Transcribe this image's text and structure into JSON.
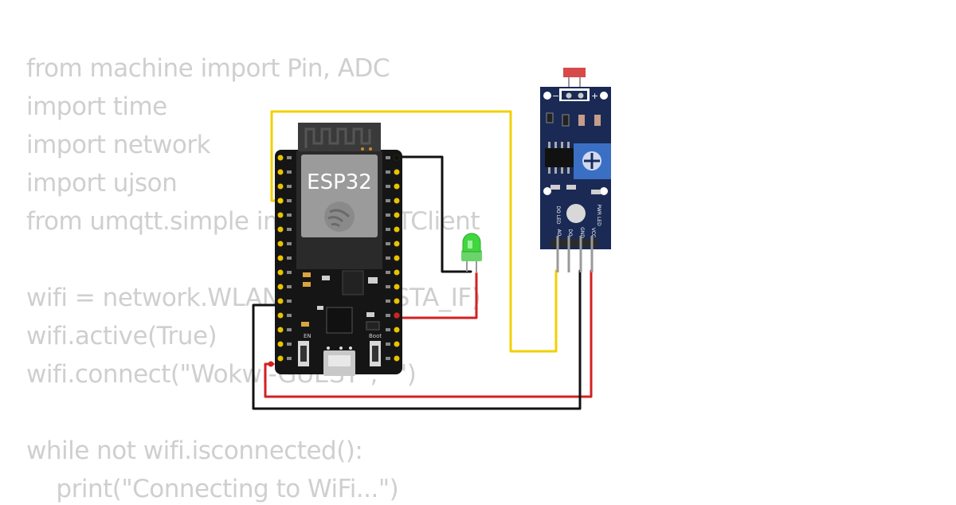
{
  "code": {
    "lines": [
      "from machine import Pin, ADC",
      "import time",
      "import network",
      "import ujson",
      "from umqtt.simple import MQTTClient",
      "",
      "wifi = network.WLAN(network.STA_IF)",
      "wifi.active(True)",
      "wifi.connect(\"Wokwi-GUEST\", \"\")",
      "",
      "while not wifi.isconnected():",
      "    print(\"Connecting to WiFi...\")"
    ]
  },
  "board": {
    "name": "ESP32",
    "en_label": "EN",
    "boot_label": "Boot"
  },
  "sensor": {
    "pot_minus": "−",
    "pot_plus": "+",
    "led_do": "DO LED",
    "led_pwr": "PWR LED",
    "pins": [
      "AO",
      "DO",
      "GND",
      "VCC"
    ]
  },
  "colors": {
    "wire_yellow": "#f2d000",
    "wire_red": "#d42020",
    "wire_black": "#111111",
    "board": "#151515",
    "module": "#1a2a55",
    "led_green": "#3fd63f"
  }
}
